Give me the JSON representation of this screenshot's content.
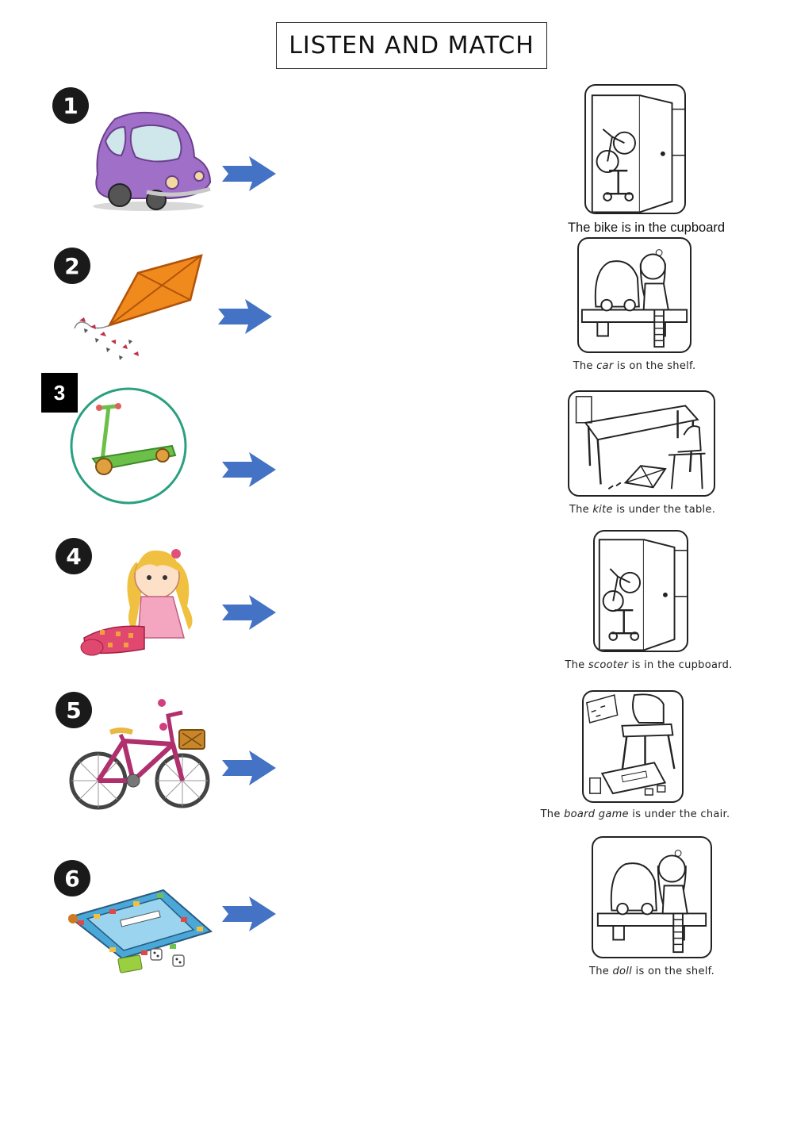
{
  "title": "LISTEN AND MATCH",
  "items": [
    {
      "number": "1",
      "toy": "car"
    },
    {
      "number": "2",
      "toy": "kite"
    },
    {
      "number": "3",
      "toy": "scooter"
    },
    {
      "number": "4",
      "toy": "doll"
    },
    {
      "number": "5",
      "toy": "bike"
    },
    {
      "number": "6",
      "toy": "board game"
    }
  ],
  "captions": [
    {
      "full": "The bike is in the cupboard"
    },
    {
      "pre": "The ",
      "em": "car",
      "post": " is on the shelf."
    },
    {
      "pre": "The ",
      "em": "kite",
      "post": " is under the table."
    },
    {
      "pre": "The ",
      "em": "scooter",
      "post": " is in the cupboard."
    },
    {
      "pre": "The ",
      "em": "board game",
      "post": " is under the chair."
    },
    {
      "pre": "The ",
      "em": "doll",
      "post": " is on the shelf."
    }
  ],
  "colors": {
    "arrow": "#4472c4",
    "car": "#a070c8",
    "kite": "#f08a1c",
    "scooter": "#6cc04a",
    "doll_dress": "#f4a6c0",
    "bike": "#b0306e",
    "board": "#4aa8d8"
  },
  "icons": [
    "right-arrow-icon"
  ]
}
